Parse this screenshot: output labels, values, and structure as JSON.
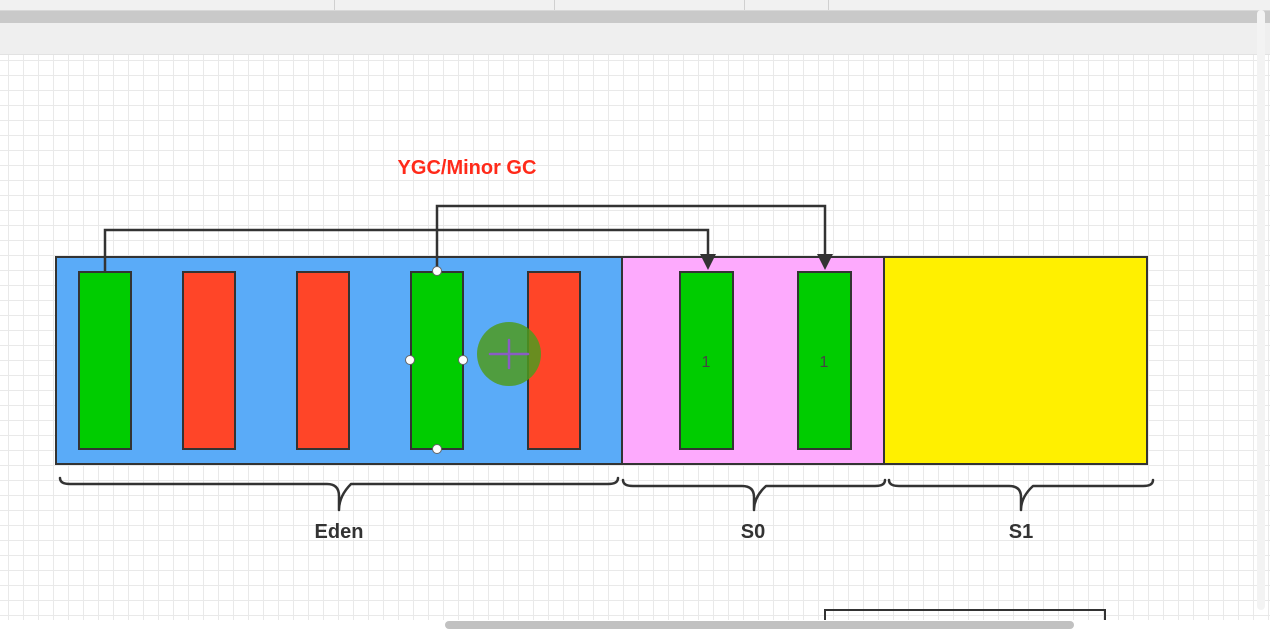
{
  "diagram": {
    "title": "YGC/Minor GC",
    "regions": [
      {
        "id": "eden",
        "label": "Eden",
        "fill": "#5aabf8"
      },
      {
        "id": "s0",
        "label": "S0",
        "fill": "#fdaafd"
      },
      {
        "id": "s1",
        "label": "S1",
        "fill": "#fff000"
      }
    ],
    "objects": [
      {
        "region": "eden",
        "fill": "#00cc00",
        "label": ""
      },
      {
        "region": "eden",
        "fill": "#ff4528",
        "label": ""
      },
      {
        "region": "eden",
        "fill": "#ff4528",
        "label": ""
      },
      {
        "region": "eden",
        "fill": "#00cc00",
        "label": ""
      },
      {
        "region": "eden",
        "fill": "#ff4528",
        "label": ""
      },
      {
        "region": "s0",
        "fill": "#00cc00",
        "label": "1"
      },
      {
        "region": "s0",
        "fill": "#00cc00",
        "label": "1"
      }
    ],
    "arrows": [
      {
        "from": "eden-object-1",
        "to": "s0-object-1"
      },
      {
        "from": "eden-object-4",
        "to": "s0-object-2"
      }
    ],
    "colors": {
      "title": "#ff2a1a",
      "stroke": "#333333",
      "selection_handle": "#ffffff",
      "cursor_highlight": "#4f9a1f",
      "cursor": "#8a5cc4"
    }
  }
}
